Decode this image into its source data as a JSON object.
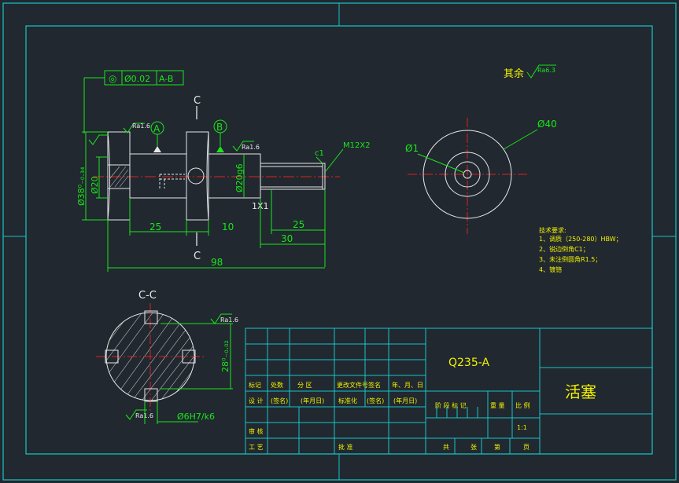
{
  "views": {
    "section_mark_top": "C",
    "section_mark_bottom": "C",
    "section_title": "C-C"
  },
  "dimensions": {
    "coaxiality_frame": [
      "◎",
      "Ø0.02",
      "A-B"
    ],
    "datum_a": "A",
    "datum_b": "B",
    "dia_38": "Ø38⁰₋₀.₃₄",
    "dia_20_left": "Ø20",
    "dia_20_g6": "Ø20g6",
    "chamfer_c1": "c1",
    "thread": "M12X2",
    "chamfer_1x1": "1X1",
    "len_25_left": "25",
    "len_10": "10",
    "len_25_right": "25",
    "len_30": "30",
    "len_98": "98",
    "dia_40": "Ø40",
    "dia_1": "Ø1",
    "width_28": "28⁰₋₀.₀₂",
    "dia_6_h7": "Ø6H7/k6",
    "roughness": "Ra1.6",
    "roughness_rest": "其余",
    "roughness_rest_value": "Ra6.3"
  },
  "tech_requirements": {
    "title": "技术要求:",
    "items": [
      "1、调质（250-280）HBW；",
      "2、锐边倒角C1；",
      "3、未注倒圆角R1.5；",
      "4、镀铬"
    ]
  },
  "title_block": {
    "material": "Q235-A",
    "part_name": "活塞",
    "scale": "1:1",
    "row_mark": [
      "标记",
      "处数",
      "分 区",
      "更改文件号",
      "签名",
      "年、月、日"
    ],
    "row_design": [
      "设 计",
      "(签名)",
      "(年月日)",
      "标准化",
      "(签名)",
      "(年月日)"
    ],
    "stage_header": [
      "阶 段 标 记",
      "重 量",
      "比 例"
    ],
    "row_check": "审 核",
    "row_process": "工 艺",
    "approve": "批 准",
    "sheets": [
      "共",
      "张",
      "第",
      "页"
    ]
  }
}
